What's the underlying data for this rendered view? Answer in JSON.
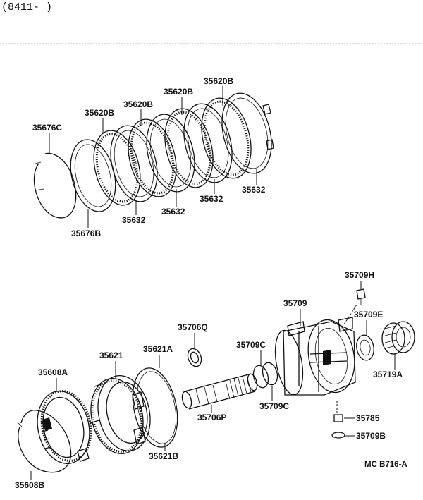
{
  "header": {
    "range_label": "(8411-      )"
  },
  "footer": {
    "code": "MC  B716-A"
  },
  "labels": {
    "p35620B_1": "35620B",
    "p35620B_2": "35620B",
    "p35620B_3": "35620B",
    "p35620B_4": "35620B",
    "p35676C": "35676C",
    "p35676B": "35676B",
    "p35632_1": "35632",
    "p35632_2": "35632",
    "p35632_3": "35632",
    "p35632_4": "35632",
    "p35709H": "35709H",
    "p35709": "35709",
    "p35709E": "35709E",
    "p35706Q": "35706Q",
    "p35709C_1": "35709C",
    "p35709C_2": "35709C",
    "p35719A": "35719A",
    "p35621": "35621",
    "p35621A": "35621A",
    "p35621B": "35621B",
    "p35608A": "35608A",
    "p35608B": "35608B",
    "p35706P": "35706P",
    "p35785": "35785",
    "p35709B": "35709B"
  }
}
